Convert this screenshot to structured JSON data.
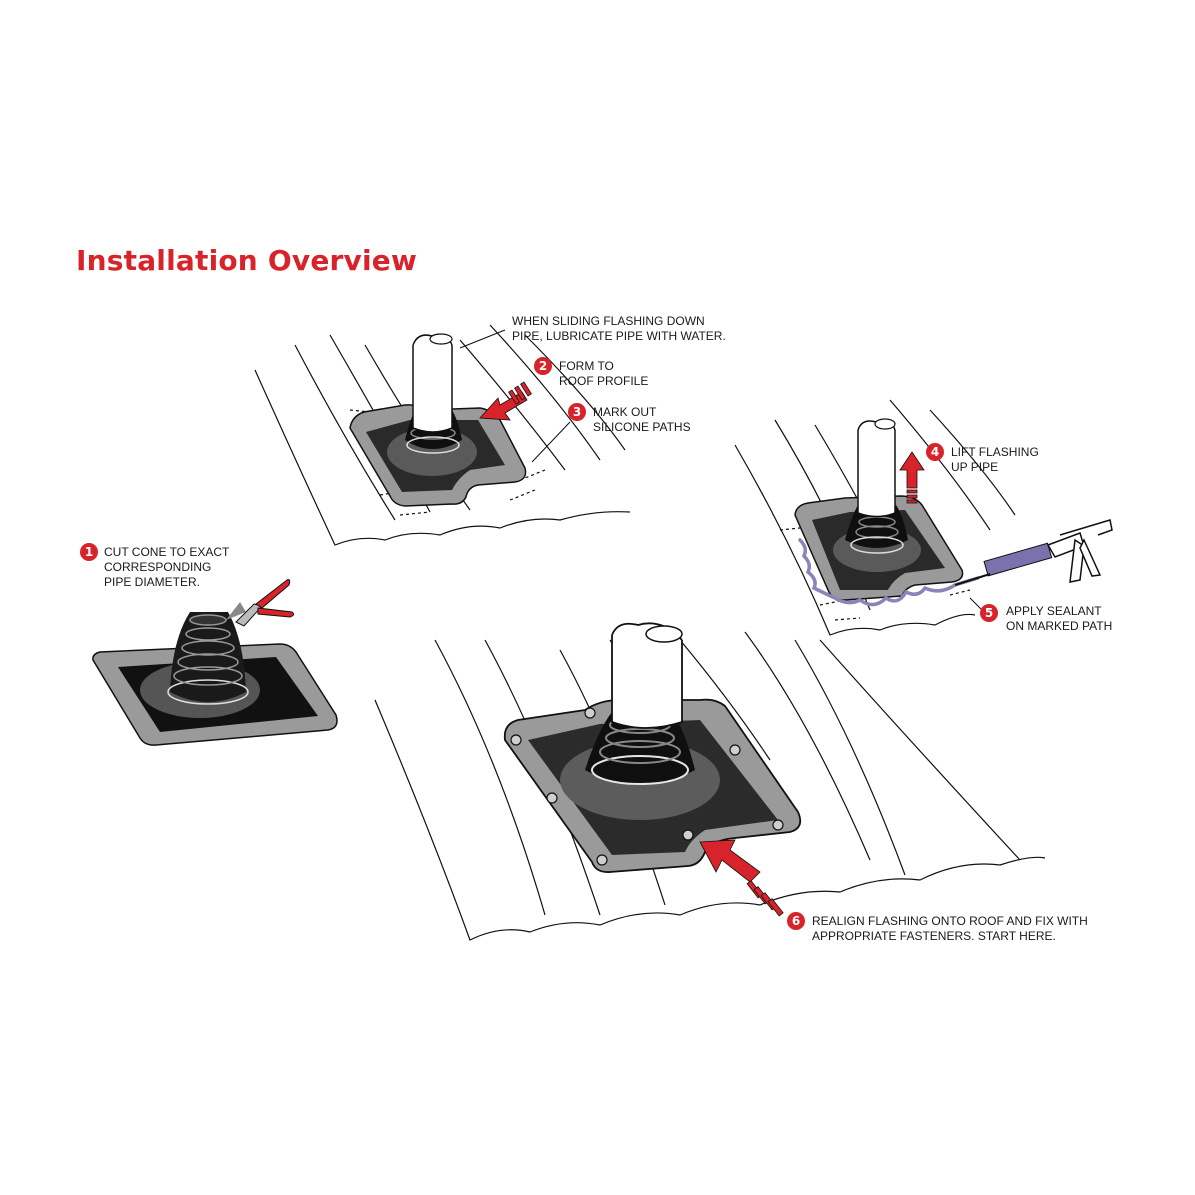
{
  "title": "Installation Overview",
  "colors": {
    "accent": "#d8232a",
    "flashing_dark": "#1c1c1c",
    "flashing_grey": "#8e8e8e",
    "sealant": "#8a84b8"
  },
  "intro_note": {
    "lines": [
      "WHEN SLIDING FLASHING DOWN",
      "PIPE, LUBRICATE PIPE WITH WATER."
    ]
  },
  "steps": [
    {
      "number": "1",
      "lines": [
        "CUT CONE TO EXACT",
        "CORRESPONDING",
        "PIPE DIAMETER."
      ]
    },
    {
      "number": "2",
      "lines": [
        "FORM TO",
        "ROOF PROFILE"
      ]
    },
    {
      "number": "3",
      "lines": [
        "MARK OUT",
        "SILICONE PATHS"
      ]
    },
    {
      "number": "4",
      "lines": [
        "LIFT FLASHING",
        "UP PIPE"
      ]
    },
    {
      "number": "5",
      "lines": [
        "APPLY SEALANT",
        "ON MARKED PATH"
      ]
    },
    {
      "number": "6",
      "lines": [
        "REALIGN FLASHING ONTO ROOF AND FIX WITH",
        "APPROPRIATE FASTENERS. START HERE."
      ]
    }
  ]
}
